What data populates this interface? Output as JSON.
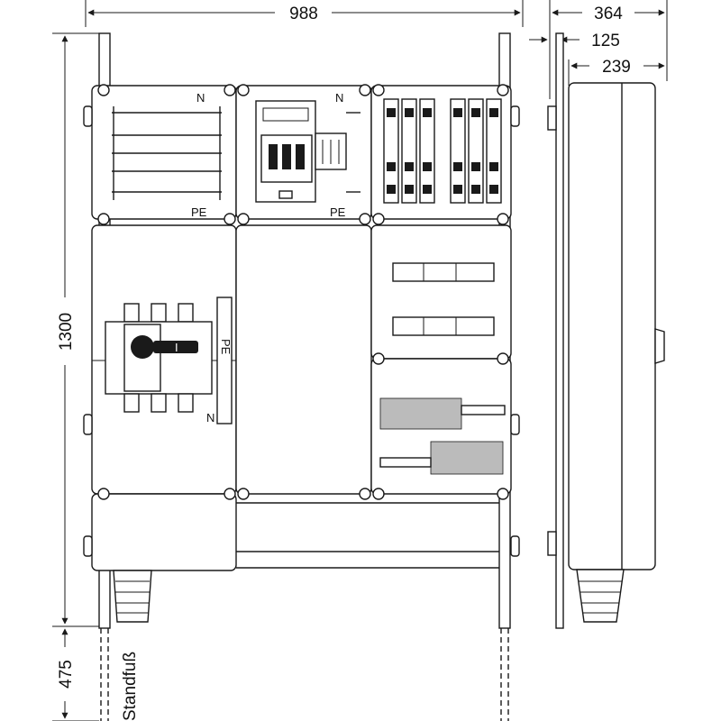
{
  "dimensions": {
    "total_width": "988",
    "side_depth_total": "364",
    "side_depth_front": "125",
    "side_depth_body": "239",
    "height": "1300",
    "foot_height": "475"
  },
  "labels": {
    "n_top_left": "N",
    "n_top_middle": "N",
    "pe_top_left": "PE",
    "pe_top_middle": "PE",
    "pe_switch": "PE",
    "n_switch": "N",
    "switch_mark": "I",
    "standfuss": "Standfuß"
  },
  "colors": {
    "line": "#1a1a1a",
    "background": "#ffffff"
  }
}
